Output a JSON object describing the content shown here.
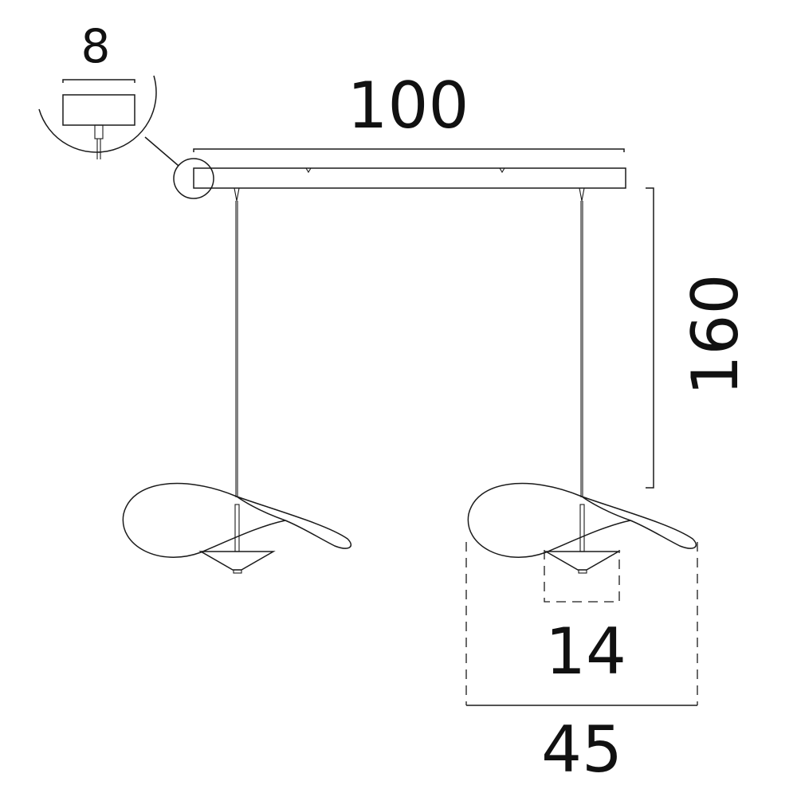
{
  "dimensions": {
    "canopy_height": "8",
    "bar_length": "100",
    "drop_height": "160",
    "diffuser_width": "14",
    "shade_width": "45"
  },
  "line_color": "#1a1a1a"
}
